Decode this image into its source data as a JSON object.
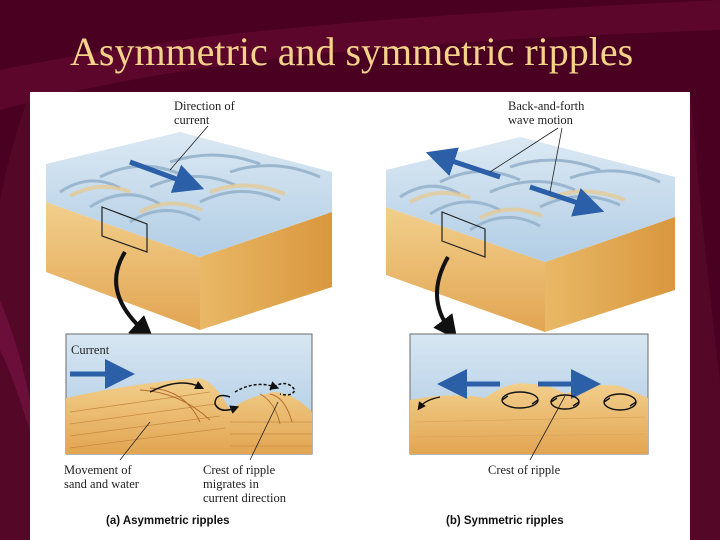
{
  "slide": {
    "title": "Asymmetric and symmetric ripples"
  },
  "panel_a": {
    "label_direction_line1": "Direction of",
    "label_direction_line2": "current",
    "label_current": "Current",
    "label_movement_line1": "Movement of",
    "label_movement_line2": "sand and water",
    "label_crest_line1": "Crest of ripple",
    "label_crest_line2": "migrates in",
    "label_crest_line3": "current direction",
    "caption": "(a)  Asymmetric ripples"
  },
  "panel_b": {
    "label_motion_line1": "Back-and-forth",
    "label_motion_line2": "wave motion",
    "label_crest": "Crest of ripple",
    "caption": "(b)  Symmetric ripples"
  },
  "colors": {
    "background": "#4a0020",
    "title": "#f3d28a",
    "water": "#c9dcec",
    "sand": "#e8b562",
    "arrow": "#2b5fa8"
  }
}
